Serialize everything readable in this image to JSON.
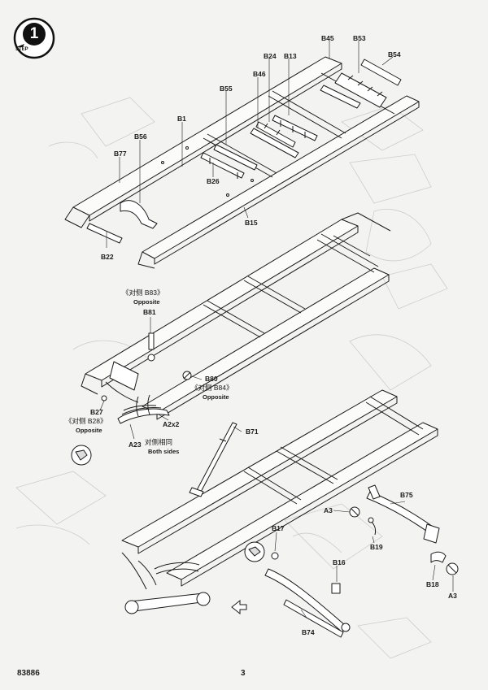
{
  "step": {
    "number": "1",
    "word": "STEP"
  },
  "footer": {
    "code": "83886",
    "page": "3"
  },
  "labels": {
    "b45": "B45",
    "b53": "B53",
    "b54": "B54",
    "b24": "B24",
    "b13": "B13",
    "b46": "B46",
    "b55": "B55",
    "b1": "B1",
    "b56": "B56",
    "b77": "B77",
    "b26": "B26",
    "b15": "B15",
    "b22": "B22",
    "b83_cn": "《对侧 B83》",
    "opposite_1": "Opposite",
    "b81": "B81",
    "b80": "B80",
    "b84_cn": "《对侧 B84》",
    "opposite_2": "Opposite",
    "b27": "B27",
    "b28_cn": "《对侧 B28》",
    "opposite_3": "Opposite",
    "a2x2": "A2x2",
    "a23": "A23",
    "both_cn": "对侧相同",
    "both_sides": "Both sides",
    "b71": "B71",
    "b75": "B75",
    "a3_left": "A3",
    "b17": "B17",
    "b19": "B19",
    "b16": "B16",
    "b18": "B18",
    "a3_right": "A3",
    "b74": "B74"
  },
  "colors": {
    "ink": "#1a1a1a",
    "ghost": "#c9c9c7",
    "paper": "#f3f3f1"
  },
  "icons": [
    "step-badge-icon",
    "arrow-icon",
    "part-detail-icon"
  ]
}
